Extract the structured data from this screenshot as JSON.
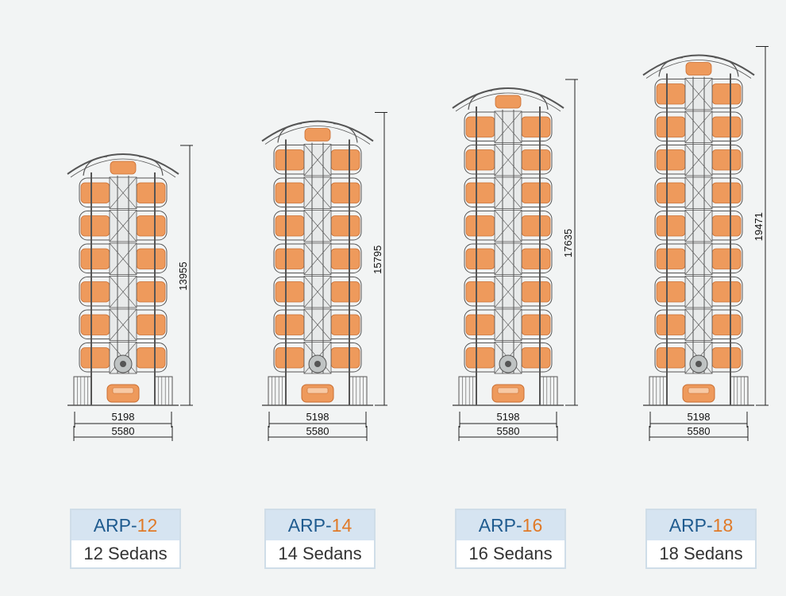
{
  "colors": {
    "background": "#f2f4f4",
    "structure": "#555555",
    "car": "#ee9a5c",
    "car_dark": "#c96f33",
    "label_top_bg": "#d6e4f1",
    "label_border": "#cfdde8",
    "model_prefix": "#1f5b8f",
    "model_number": "#e07a28"
  },
  "towers": [
    {
      "id": "arp-12",
      "levels": 6,
      "height_dim": "13955",
      "inner_width_dim": "5198",
      "outer_width_dim": "5580",
      "model_prefix": "ARP-",
      "model_number": "12",
      "capacity_label": "12 Sedans"
    },
    {
      "id": "arp-14",
      "levels": 7,
      "height_dim": "15795",
      "inner_width_dim": "5198",
      "outer_width_dim": "5580",
      "model_prefix": "ARP-",
      "model_number": "14",
      "capacity_label": "14 Sedans"
    },
    {
      "id": "arp-16",
      "levels": 8,
      "height_dim": "17635",
      "inner_width_dim": "5198",
      "outer_width_dim": "5580",
      "model_prefix": "ARP-",
      "model_number": "16",
      "capacity_label": "16 Sedans"
    },
    {
      "id": "arp-18",
      "levels": 9,
      "height_dim": "19471",
      "inner_width_dim": "5198",
      "outer_width_dim": "5580",
      "model_prefix": "ARP-",
      "model_number": "18",
      "capacity_label": "18 Sedans"
    }
  ]
}
